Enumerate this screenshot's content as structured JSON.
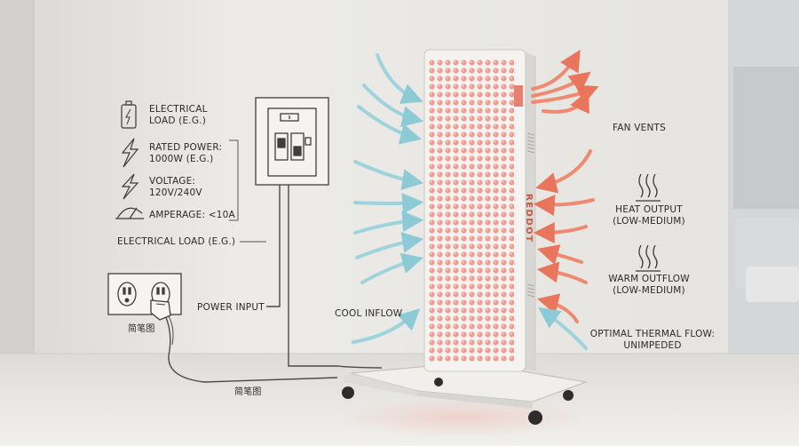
{
  "brand": "REDDOT",
  "labels": {
    "electrical_load": "ELECTRICAL LOAD (E.G.)",
    "electrical_load_line1": "ELECTRICAL",
    "electrical_load_line2": "LOAD (E.G.)",
    "rated_power_line1": "RATED POWER:",
    "rated_power_line2": "1000W (E.G.)",
    "voltage_line1": "VOLTAGE:",
    "voltage_line2": "120V/240V",
    "amperage": "AMPERAGE: <10A",
    "power_input": "POWER INPUT",
    "cool_inflow": "COOL INFLOW",
    "fan_vents": "FAN VENTS",
    "heat_output_line1": "HEAT OUTPUT",
    "heat_output_line2": "(LOW-MEDIUM)",
    "warm_outflow_line1": "WARM OUTFLOW",
    "warm_outflow_line2": "(LOW-MEDIUM)",
    "thermal_flow_line1": "OPTIMAL THERMAL FLOW:",
    "thermal_flow_line2": "UNIMPEDED",
    "sketch_label": "简笔图"
  },
  "colors": {
    "wall": "#e9e8e5",
    "panel": "#f4f3f0",
    "led": "#ef9a92",
    "cool_arrow": "#9fd3dc",
    "warm_arrow": "#ee8a70",
    "line": "#4a4a4a"
  },
  "icons": {
    "battery": "battery-icon",
    "lightning": "lightning-icon",
    "gauge": "gauge-icon",
    "heat": "heat-waves-icon",
    "outlet": "power-outlet-icon",
    "breaker": "breaker-box-icon"
  }
}
